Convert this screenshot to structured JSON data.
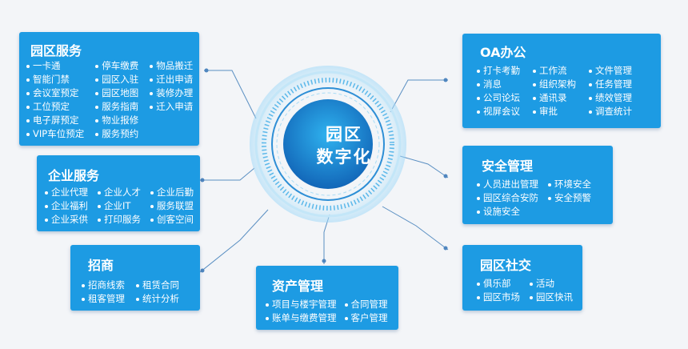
{
  "hub": {
    "line1": "园区",
    "line2": "数字化"
  },
  "colors": {
    "panel": "#1d9be3",
    "hub_dark": "#1266b8",
    "hub_light": "#2fb2ef",
    "connector": "#5a8fc2",
    "background": "#f3f5f8"
  },
  "panels": {
    "park_service": {
      "title": "园区服务",
      "items": [
        "一卡通",
        "智能门禁",
        "会议室预定",
        "工位预定",
        "电子屏预定",
        "VIP车位预定",
        "停车缴费",
        "园区入驻",
        "园区地图",
        "服务指南",
        "物业报修",
        "服务预约",
        "物品搬迁",
        "迁出申请",
        "装修办理",
        "迁入申请"
      ]
    },
    "enterprise_service": {
      "title": "企业服务",
      "items": [
        "企业代理",
        "企业福利",
        "企业采供",
        "企业人才",
        "企业IT",
        "打印服务",
        "企业后勤",
        "服务联盟",
        "创客空间"
      ]
    },
    "investment": {
      "title": "招商",
      "items": [
        "招商线索",
        "租客管理",
        "租赁合同",
        "统计分析"
      ]
    },
    "asset_management": {
      "title": "资产管理",
      "items": [
        "项目与楼宇管理",
        "账单与缴费管理",
        "合同管理",
        "客户管理"
      ]
    },
    "oa_office": {
      "title": "OA办公",
      "items": [
        "打卡考勤",
        "消息",
        "公司论坛",
        "视屏会议",
        "工作流",
        "组织架构",
        "通讯录",
        "审批",
        "文件管理",
        "任务管理",
        "绩效管理",
        "调查统计"
      ]
    },
    "security": {
      "title": "安全管理",
      "items": [
        "人员进出管理",
        "园区综合安防",
        "设施安全",
        "环境安全",
        "安全预警"
      ]
    },
    "community": {
      "title": "园区社交",
      "items": [
        "俱乐部",
        "园区市场",
        "活动",
        "园区快讯"
      ]
    }
  }
}
